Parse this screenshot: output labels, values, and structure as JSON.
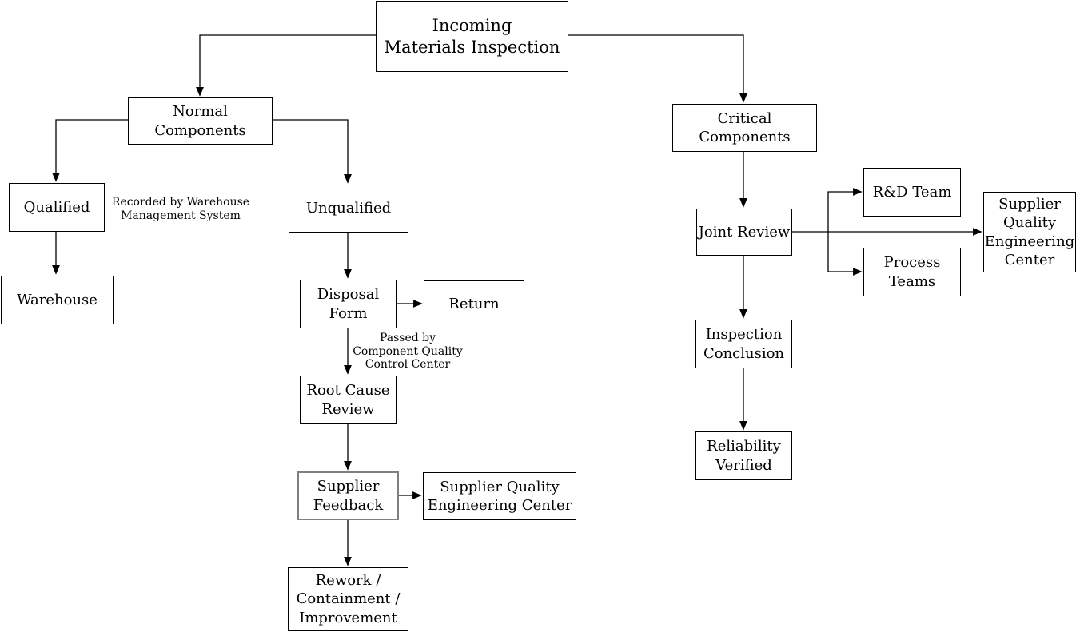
{
  "diagram_title": "Incoming Materials Inspection flowchart",
  "nodes": {
    "incoming": {
      "label": "Incoming\nMaterials Inspection"
    },
    "normal_components": {
      "label": "Normal Components"
    },
    "critical_components": {
      "label": "Critical Components"
    },
    "qualified": {
      "label": "Qualified"
    },
    "unqualified": {
      "label": "Unqualified"
    },
    "warehouse": {
      "label": "Warehouse"
    },
    "disposal_form": {
      "label": "Disposal\nForm"
    },
    "return": {
      "label": "Return"
    },
    "root_cause_review": {
      "label": "Root Cause\nReview"
    },
    "supplier_feedback": {
      "label": "Supplier\nFeedback"
    },
    "supplier_quality_engineering_center": {
      "label": "Supplier Quality\nEngineering Center"
    },
    "rework_containment_improvement": {
      "label": "Rework /\nContainment /\nImprovement"
    },
    "joint_review": {
      "label": "Joint Review"
    },
    "rd_team": {
      "label": "R&D Team"
    },
    "process_teams": {
      "label": "Process\nTeams"
    },
    "supplier_quality_engineering_center_2": {
      "label": "Supplier\nQuality\nEngineering\nCenter"
    },
    "inspection_conclusion": {
      "label": "Inspection\nConclusion"
    },
    "reliability_verified": {
      "label": "Reliability\nVerified"
    }
  },
  "annotations": {
    "recorded_by": "Recorded by Warehouse\nManagement System",
    "passed_by": "Passed by\nComponent Quality\nControl Center"
  },
  "edges": [
    {
      "from": "incoming",
      "to": "normal_components"
    },
    {
      "from": "incoming",
      "to": "critical_components"
    },
    {
      "from": "normal_components",
      "to": "qualified"
    },
    {
      "from": "normal_components",
      "to": "unqualified"
    },
    {
      "from": "qualified",
      "to": "warehouse"
    },
    {
      "from": "unqualified",
      "to": "disposal_form"
    },
    {
      "from": "disposal_form",
      "to": "return"
    },
    {
      "from": "disposal_form",
      "to": "root_cause_review"
    },
    {
      "from": "root_cause_review",
      "to": "supplier_feedback"
    },
    {
      "from": "supplier_feedback",
      "to": "supplier_quality_engineering_center"
    },
    {
      "from": "supplier_feedback",
      "to": "rework_containment_improvement"
    },
    {
      "from": "critical_components",
      "to": "joint_review"
    },
    {
      "from": "joint_review",
      "to": "rd_team"
    },
    {
      "from": "joint_review",
      "to": "process_teams"
    },
    {
      "from": "joint_review",
      "to": "supplier_quality_engineering_center_2"
    },
    {
      "from": "joint_review",
      "to": "inspection_conclusion"
    },
    {
      "from": "inspection_conclusion",
      "to": "reliability_verified"
    }
  ],
  "colors": {
    "background": "#ffffff",
    "box_border": "#000000",
    "supplier_feedback_border": "#7f7f7f",
    "line": "#000000",
    "text": "#000000"
  }
}
